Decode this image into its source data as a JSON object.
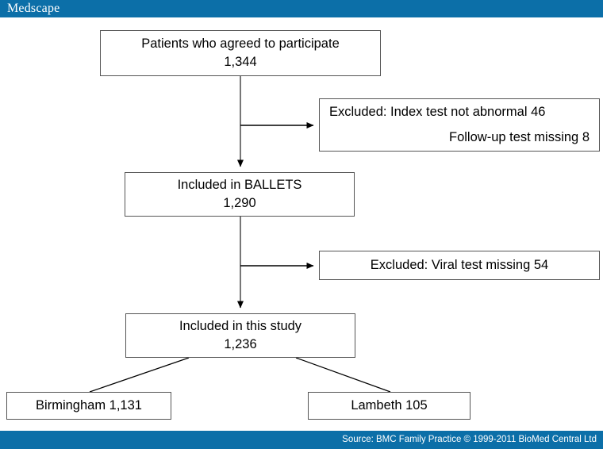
{
  "header": {
    "brand": "Medscape",
    "brand_color": "#0c6fa8"
  },
  "footer": {
    "source": "Source: BMC Family Practice © 1999-2011 BioMed Central Ltd",
    "bar_color": "#0c6fa8"
  },
  "diagram": {
    "type": "flowchart",
    "title": "Patient flow diagram",
    "nodes": {
      "agreed": {
        "title": "Patients who agreed to participate",
        "count": "1,344"
      },
      "excluded_1": {
        "line_1": "Excluded: Index test not abnormal 46",
        "line_2": "Follow-up test missing 8"
      },
      "ballets": {
        "title": "Included in BALLETS",
        "count": "1,290"
      },
      "excluded_2": {
        "line_1": "Excluded: Viral test missing 54"
      },
      "study": {
        "title": "Included in this study",
        "count": "1,236"
      },
      "birmingham": {
        "label": "Birmingham 1,131"
      },
      "lambeth": {
        "label": "Lambeth 105"
      }
    },
    "edges": [
      {
        "from": "agreed",
        "to": "excluded_1",
        "style": "arrow"
      },
      {
        "from": "agreed",
        "to": "ballets",
        "style": "arrow"
      },
      {
        "from": "ballets",
        "to": "excluded_2",
        "style": "arrow"
      },
      {
        "from": "ballets",
        "to": "study",
        "style": "arrow"
      },
      {
        "from": "study",
        "to": "birmingham",
        "style": "line"
      },
      {
        "from": "study",
        "to": "lambeth",
        "style": "line"
      }
    ]
  }
}
